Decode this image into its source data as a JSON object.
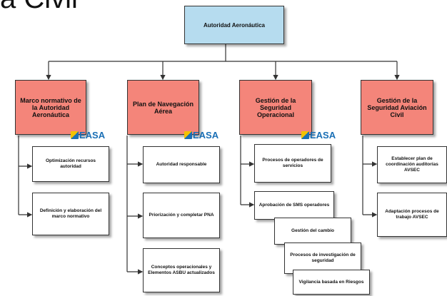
{
  "banner_text": "a Civil",
  "root": {
    "label": "Autoridad Aeronáutica"
  },
  "logo_text": "EASA",
  "categories": [
    {
      "label": "Marco normativo de la Autoridad Aeronáutica",
      "items": [
        "Optimización recursos autoridad",
        "Definición y elaboración del marco normativo"
      ]
    },
    {
      "label": "Plan de Navegación Aérea",
      "items": [
        "Autoridad responsable",
        "Priorización y completar PNA",
        "Conceptos operacionales y Elementos ASBU actualizados"
      ]
    },
    {
      "label": "Gestión de la Seguridad Operacional",
      "items": [
        "Procesos de operadores de servicios",
        "Aprobación de SMS operadores",
        "Gestión del cambio",
        "Procesos de investigación de seguridad",
        "Vigilancia basada en Riesgos"
      ]
    },
    {
      "label": "Gestión de la Seguridad Aviación Civil",
      "items": [
        "Establecer plan de coordinación auditorías AVSEC",
        "Adaptación procesos de trabajo AVSEC"
      ]
    }
  ]
}
